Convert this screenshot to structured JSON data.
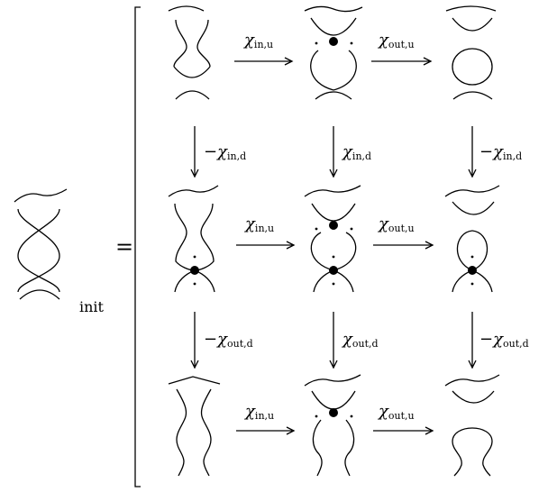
{
  "equation": {
    "equals": "=",
    "subscript_label": "init"
  },
  "arrow_labels": {
    "row1": {
      "left": {
        "sym": "χ",
        "sub": "in,u"
      },
      "right": {
        "sym": "χ",
        "sub": "out,u"
      }
    },
    "down1": {
      "left": {
        "sign": "−",
        "sym": "χ",
        "sub": "in,d"
      },
      "mid": {
        "sign": "",
        "sym": "χ",
        "sub": "in,d"
      },
      "right": {
        "sign": "−",
        "sym": "χ",
        "sub": "in,d"
      }
    },
    "row2": {
      "left": {
        "sym": "χ",
        "sub": "in,u"
      },
      "right": {
        "sym": "χ",
        "sub": "out,u"
      }
    },
    "down2": {
      "left": {
        "sign": "−",
        "sym": "χ",
        "sub": "out,d"
      },
      "mid": {
        "sign": "",
        "sym": "χ",
        "sub": "out,d"
      },
      "right": {
        "sign": "−",
        "sym": "χ",
        "sub": "out,d"
      }
    },
    "row3": {
      "left": {
        "sym": "χ",
        "sub": "in,u"
      },
      "right": {
        "sym": "χ",
        "sub": "out,u"
      }
    }
  }
}
